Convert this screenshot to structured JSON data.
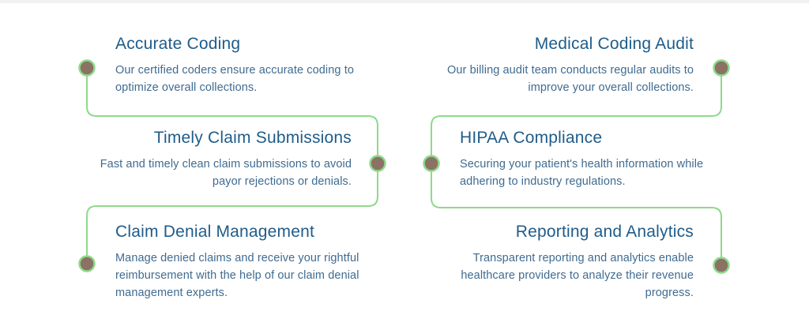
{
  "palette": {
    "title_color": "#1f5c8a",
    "body_color": "#3f6b91",
    "connector_color": "#8fd98b",
    "node_fill": "#8b7265",
    "node_border": "#8fd98b",
    "background": "#ffffff",
    "top_strip_color": "#f1f1f2"
  },
  "cards": [
    {
      "title": "Accurate Coding",
      "body": "Our certified coders ensure accurate coding to\noptimize overall collections."
    },
    {
      "title": "Medical Coding Audit",
      "body": "Our billing audit team conducts regular audits to\nimprove your overall collections."
    },
    {
      "title": "Timely Claim Submissions",
      "body": "Fast and timely clean claim submissions to avoid\npayor rejections or denials."
    },
    {
      "title": "HIPAA Compliance",
      "body": "Securing your patient's health information while\nadhering to industry regulations."
    },
    {
      "title": "Claim Denial Management",
      "body": "Manage denied claims and receive your rightful\nreimbursement with the help of our claim denial\nmanagement experts."
    },
    {
      "title": "Reporting and Analytics",
      "body": "Transparent reporting and analytics enable\nhealthcare providers to analyze their revenue\nprogress."
    }
  ]
}
